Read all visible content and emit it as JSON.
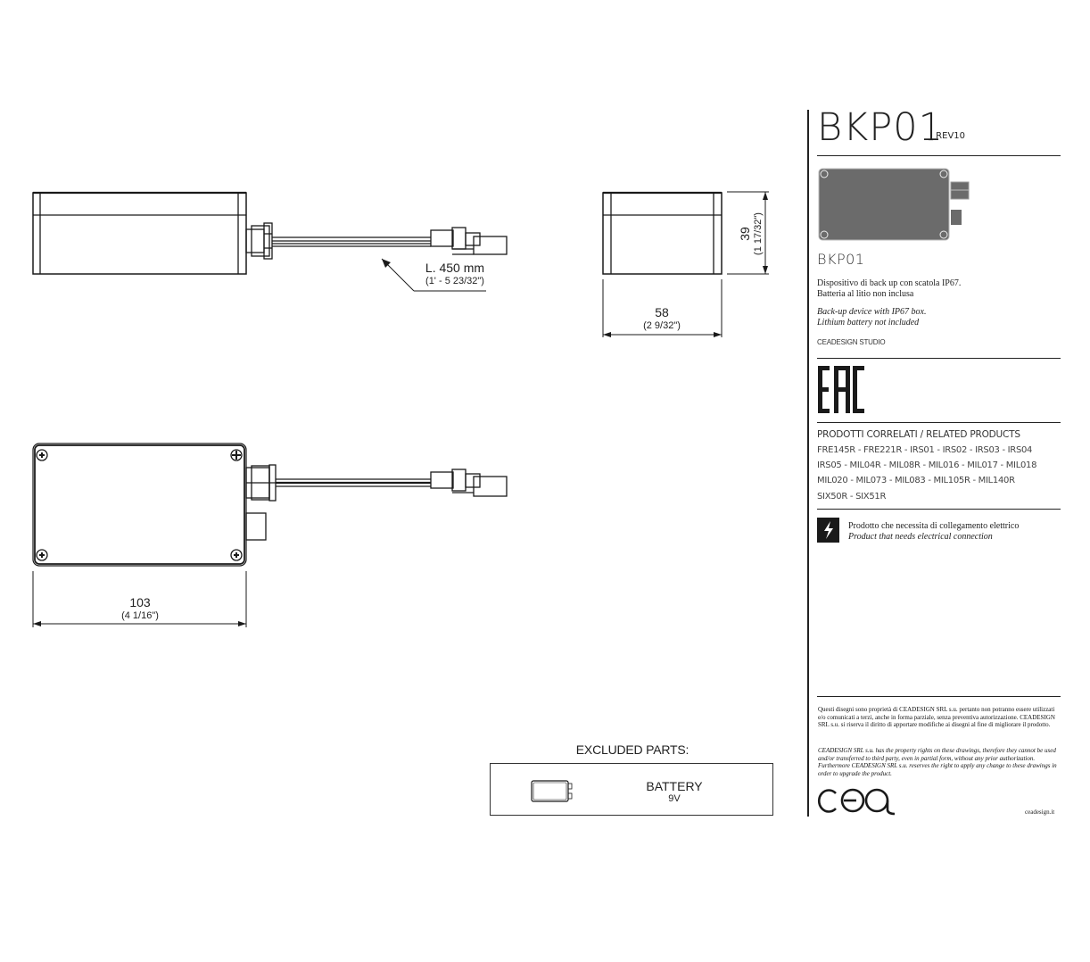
{
  "product": {
    "code": "BKP01",
    "revision": "_ REV10",
    "subtitle": "BKP01",
    "description_it_line1": "Dispositivo di back up con scatola IP67.",
    "description_it_line2": "Batteria al litio non inclusa",
    "description_en_line1": "Back-up device with IP67 box.",
    "description_en_line2": "Lithium battery not included",
    "designer": "CEADESIGN STUDIO",
    "certification_mark": "EAC"
  },
  "related_products": {
    "heading": "PRODOTTI CORRELATI / RELATED PRODUCTS",
    "lines": [
      "FRE145R - FRE221R - IRS01 - IRS02 - IRS03 - IRS04",
      "IRS05 - MIL04R - MIL08R - MIL016 - MIL017 - MIL018",
      "MIL020 - MIL073 - MIL083 - MIL105R - MIL140R",
      "SIX50R - SIX51R"
    ]
  },
  "electrical_notice": {
    "icon": "lightning-bolt-icon",
    "text_it": "Prodotto che necessita di collegamento elettrico",
    "text_en": "Product that needs electrical connection"
  },
  "legal": {
    "text_it": "Questi disegni sono proprietà di CEADESIGN SRL s.u. pertanto non potranno essere utilizzati e/o comunicati a terzi, anche in forma parziale, senza preventiva autorizzazione. CEADESIGN SRL s.u. si riserva il diritto di apportare modifiche ai disegni al fine di migliorare il prodotto.",
    "text_en": "CEADESIGN SRL s.u. has the property rights on these drawings, therefore they cannot be used and/or transferred to third party, even in partial form, without any prior authorization. Furthermore CEADESIGN SRL s.u. reserves the right to apply any change to these drawings in order to upgrade the product."
  },
  "brand": {
    "logo_text": "cea",
    "website": "ceadesign.it"
  },
  "dimensions": {
    "cable_length": "L. 450 mm",
    "cable_length_imperial": "(1' - 5 23/32\")",
    "height": "39",
    "height_imperial": "(1 17/32\")",
    "depth": "58",
    "depth_imperial": "(2 9/32\")",
    "width": "103",
    "width_imperial": "(4 1/16\")"
  },
  "excluded_parts": {
    "title": "EXCLUDED PARTS:",
    "items": [
      {
        "name": "BATTERY",
        "spec": "9V",
        "icon": "battery-9v-icon"
      }
    ]
  },
  "colors": {
    "line": "#1a1a1a",
    "thumbnail_fill": "#6b6b6b",
    "text": "#222222"
  }
}
